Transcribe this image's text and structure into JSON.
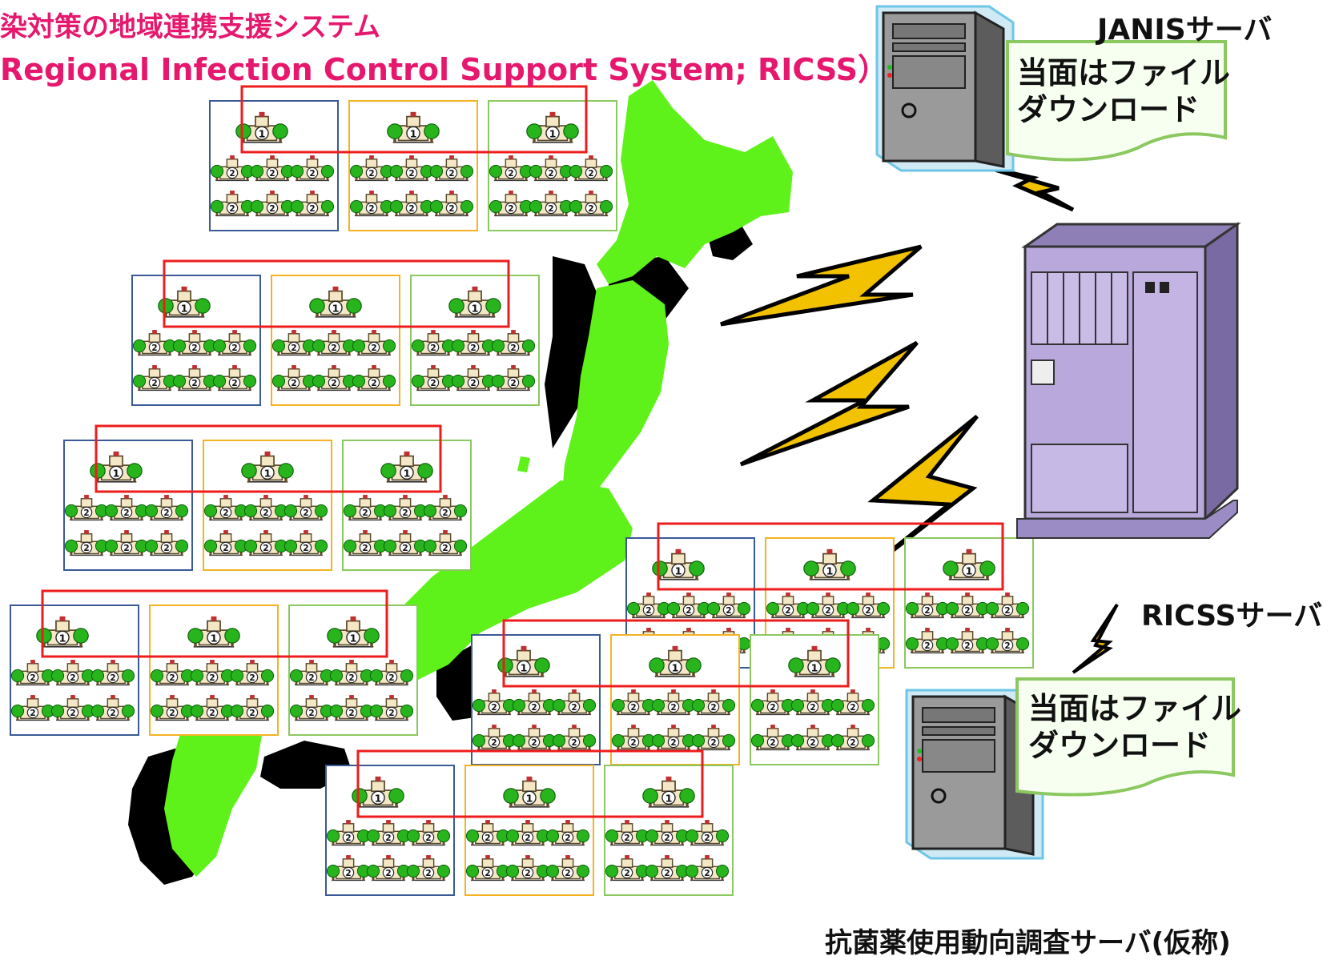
{
  "title": {
    "line1": "染対策の地域連携支援システム",
    "line2": "Regional Infection Control Support System; RICSS）"
  },
  "servers": {
    "janis": {
      "label": "JANISサーバ",
      "note_line1": "当面はファイル",
      "note_line2": "ダウンロード"
    },
    "ricss": {
      "label": "RICSSサーバ"
    },
    "amr": {
      "label": "抗菌薬使用動向調査サーバ(仮称)",
      "note_line1": "当面はファイル",
      "note_line2": "ダウンロード"
    }
  },
  "hospital_badges": {
    "core": "1",
    "member": "2"
  },
  "colors": {
    "title": "#e6186e",
    "map_land": "#5ef21a",
    "map_shadow": "#000000",
    "network_frame": "#ee1c1c",
    "box_blue": "#3a5a96",
    "box_orange": "#f5b324",
    "box_green": "#8cc860",
    "bolt_fill": "#f2c200",
    "ricss_server": "#b8a8dc",
    "pc_server": "#8c8c8c",
    "note_border": "#8cc860",
    "note_fill": "#f6fff0"
  },
  "icons": [
    "hospital-icon",
    "tree-icon",
    "server-tower-icon",
    "mainframe-icon",
    "lightning-icon",
    "speech-note-icon"
  ]
}
